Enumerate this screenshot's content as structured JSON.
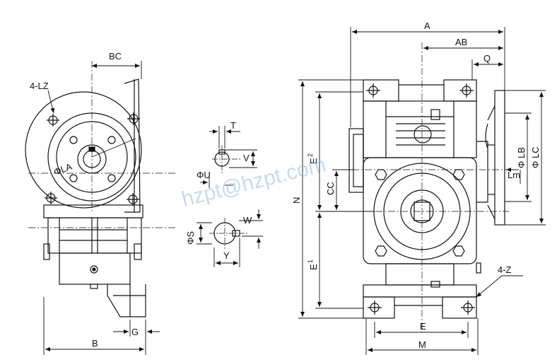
{
  "labels": {
    "bc": "BC",
    "lz": "4-LZ",
    "la": "ΦLA",
    "b": "B",
    "g": "G",
    "t": "T",
    "v": "V",
    "u": "ΦU",
    "w": "W",
    "s": "ΦS",
    "y": "Y",
    "a": "A",
    "ab": "AB",
    "q": "Q",
    "n": "N",
    "e2": "E",
    "e2_sub": "2",
    "cc": "CC",
    "e1": "E",
    "e1_sub": "1",
    "lb": "Φ LB",
    "lc": "Φ LC",
    "lm": "Lm",
    "z": "4-Z",
    "e": "E",
    "m": "M"
  },
  "watermark": "hzpt@hzpt.com",
  "colors": {
    "line": "#111111",
    "watermark": "#9bbfe0"
  }
}
